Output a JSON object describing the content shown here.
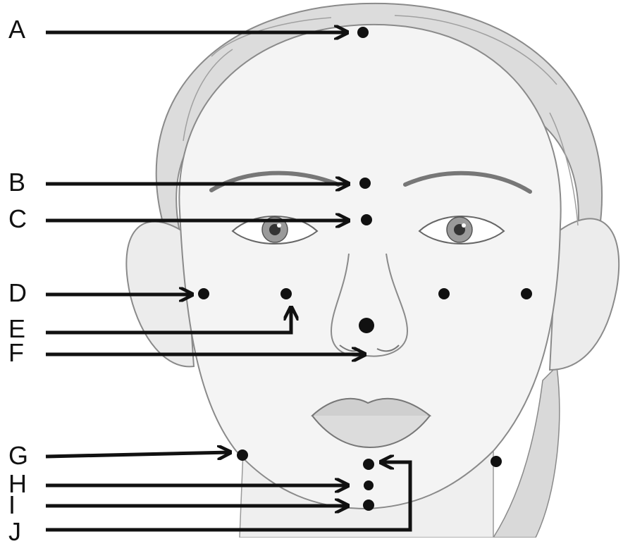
{
  "labels": {
    "a": "A",
    "b": "B",
    "c": "C",
    "d": "D",
    "e": "E",
    "f": "F",
    "g": "G",
    "h": "H",
    "i": "I",
    "j": "J"
  },
  "colors": {
    "ink": "#111111",
    "sketch": "#8a8a8a",
    "skin": "#f4f4f4",
    "hair": "#d6d6d6",
    "background": "#ffffff"
  }
}
